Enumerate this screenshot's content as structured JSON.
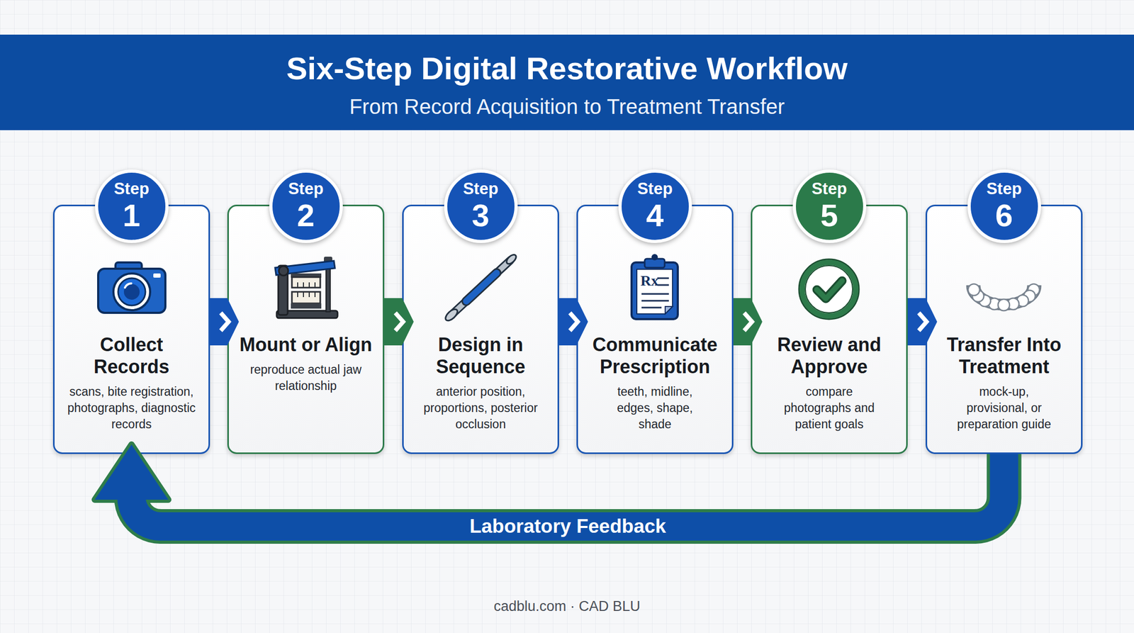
{
  "diagram": {
    "title": "Six-Step Digital Restorative Workflow",
    "nodes": [
      {
        "text": [
          "Collect Records",
          "scans, bite registration, photographs, diagnostic records"
        ]
      },
      {
        "text": [
          "Step",
          "1"
        ],
        "in": 0
      },
      {
        "text": [
          "Mount or Align",
          "reproduce actual jaw relationship"
        ]
      },
      {
        "text": [
          "Step",
          "2"
        ],
        "in": 2
      },
      {
        "text": [
          "Design in Sequence",
          "anterior position, proportions, posterior occlusion"
        ]
      },
      {
        "text": [
          "Step",
          "3"
        ],
        "in": 4
      },
      {
        "text": [
          "Communicate Prescription",
          "teeth, midline, edges, shape, shade"
        ]
      },
      {
        "text": [
          "Step",
          "4"
        ],
        "in": 6
      },
      {
        "text": [
          "Review and Approve",
          "compare photographs and patient goals"
        ]
      },
      {
        "text": [
          "Step",
          "5"
        ],
        "in": 8
      },
      {
        "text": [
          "Transfer Into Treatment",
          "mock-up, provisional, or preparation guide"
        ]
      },
      {
        "text": [
          "Step",
          "6"
        ],
        "in": 10
      }
    ],
    "edges": [
      {
        "from": 0,
        "to": 2,
        "arrow": "to"
      },
      {
        "from": 2,
        "to": 4,
        "arrow": "to"
      },
      {
        "from": 4,
        "to": 6,
        "arrow": "to"
      },
      {
        "from": 6,
        "to": 8,
        "arrow": "to"
      },
      {
        "from": 8,
        "to": 10,
        "arrow": "to"
      },
      {
        "from": 10,
        "to": 0,
        "label": "Laboratory Feedback",
        "arrow": "to"
      }
    ],
    "labels": [
      "From Record Acquisition to Treatment Transfer",
      "Rx",
      "cadblu.com · CAD BLU"
    ]
  }
}
